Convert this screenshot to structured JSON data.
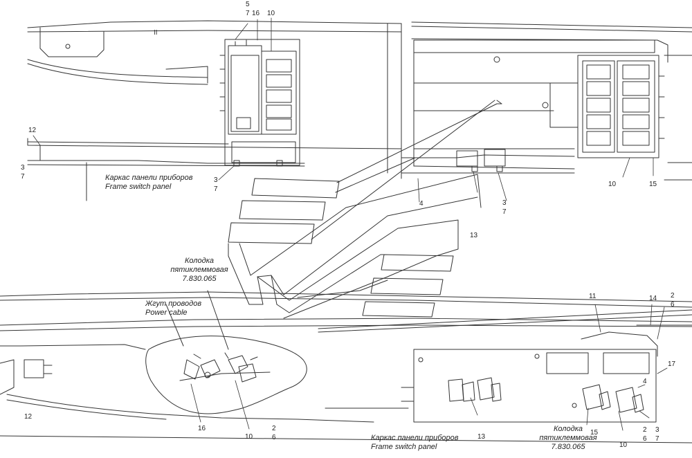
{
  "callouts": {
    "n5": "5",
    "n7_top": "7",
    "n16_top": "16",
    "n10_top": "10",
    "n12_left": "12",
    "n3_left": "3",
    "n7_left": "7",
    "n3_mid": "3",
    "n7_mid": "7",
    "n10_right": "10",
    "n15_right": "15",
    "n4_mid": "4",
    "n3_right": "3",
    "n7_right": "7",
    "n13_mid": "13",
    "n11": "11",
    "n14": "14",
    "n2_far": "2",
    "n6_far": "6",
    "n17": "17",
    "n4_low": "4",
    "n12_low": "12",
    "n16_low": "16",
    "n10_low": "10",
    "n2_low": "2",
    "n6_low": "6",
    "n13_low": "13",
    "n15_low": "15",
    "n10_low2": "10",
    "n2_right_low": "2",
    "n6_right_low": "6",
    "n3_right_low": "3",
    "n7_right_low": "7"
  },
  "captions": {
    "frame_top_ru": "Каркас панели приборов",
    "frame_top_en": "Frame switch panel",
    "block_left_ru1": "Колодка",
    "block_left_ru2": "пятиклеммовая",
    "block_left_code": "7.830.065",
    "harness_ru": "Жгут проводов",
    "harness_en": "Power cable",
    "frame_bottom_ru": "Каркас панели приборов",
    "frame_bottom_en": "Frame switch panel",
    "block_right_ru1": "Колодка",
    "block_right_ru2": "пятиклеммовая",
    "block_right_code": "7.830.065"
  },
  "colors": {
    "line": "#333333",
    "background": "#ffffff"
  }
}
